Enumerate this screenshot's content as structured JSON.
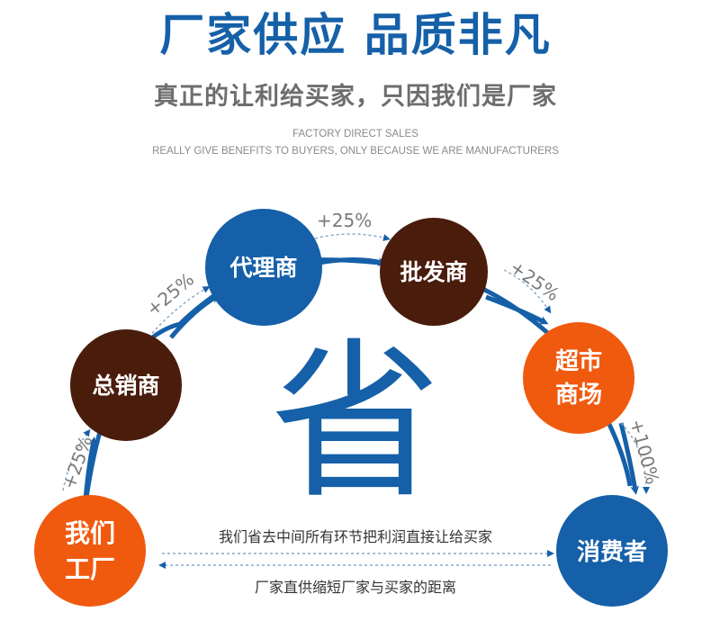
{
  "header": {
    "title": "厂家供应 品质非凡",
    "subtitle": "真正的让利给买家，只因我们是厂家",
    "english_line1": "FACTORY DIRECT SALES",
    "english_line2": "REALLY GIVE BENEFITS TO BUYERS, ONLY BECAUSE WE ARE MANUFACTURERS"
  },
  "center_char": "省",
  "nodes": {
    "factory": {
      "line1": "我们",
      "line2": "工厂",
      "color": "#f05a0f"
    },
    "distributor": {
      "label": "总销商",
      "color": "#4a1c0c"
    },
    "agent": {
      "label": "代理商",
      "color": "#1560a8"
    },
    "wholesaler": {
      "label": "批发商",
      "color": "#4a1c0c"
    },
    "supermarket": {
      "line1": "超市",
      "line2": "商场",
      "color": "#f05a0f"
    },
    "consumer": {
      "label": "消费者",
      "color": "#1560a8"
    }
  },
  "markups": {
    "m1": "+25%",
    "m2": "+25%",
    "m3": "+25%",
    "m4": "+25%",
    "m5": "+100%"
  },
  "notes": {
    "top": "我们省去中间所有环节把利润直接让给买家",
    "bottom": "厂家直供缩短厂家与买家的距离"
  },
  "colors": {
    "blue": "#1560a8",
    "orange": "#f05a0f",
    "brown": "#4a1c0c",
    "gray": "#7a7a7a"
  }
}
